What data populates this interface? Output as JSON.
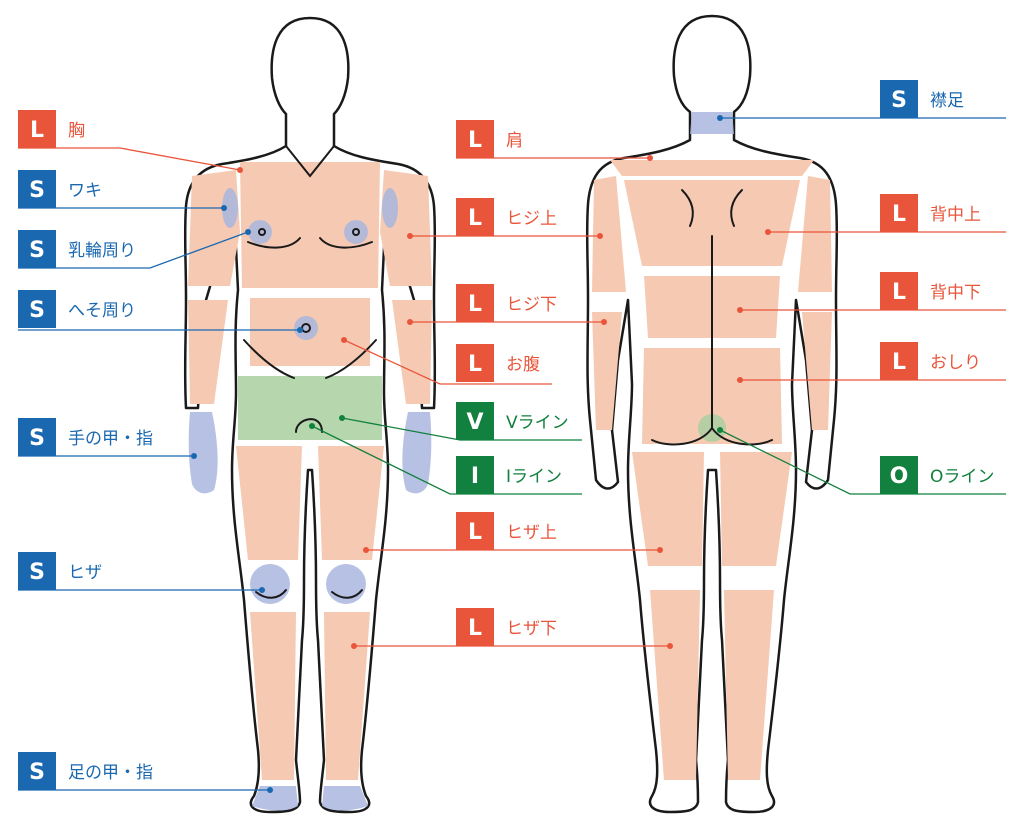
{
  "colors": {
    "L": "#e9553a",
    "S": "#1a68b0",
    "V": "#12803e",
    "I": "#12803e",
    "O": "#12803e",
    "L_text": "#e9553a",
    "S_text": "#1a68b0",
    "G_text": "#12803e"
  },
  "labels": [
    {
      "id": "mune",
      "badge": "L",
      "text": "胸"
    },
    {
      "id": "waki",
      "badge": "S",
      "text": "ワキ"
    },
    {
      "id": "nyurin",
      "badge": "S",
      "text": "乳輪周り"
    },
    {
      "id": "heso",
      "badge": "S",
      "text": "へそ周り"
    },
    {
      "id": "tenoko",
      "badge": "S",
      "text": "手の甲・指"
    },
    {
      "id": "hiza-s",
      "badge": "S",
      "text": "ヒザ"
    },
    {
      "id": "ashinoko",
      "badge": "S",
      "text": "足の甲・指"
    },
    {
      "id": "kata",
      "badge": "L",
      "text": "肩"
    },
    {
      "id": "hijiue",
      "badge": "L",
      "text": "ヒジ上"
    },
    {
      "id": "hijishita",
      "badge": "L",
      "text": "ヒジ下"
    },
    {
      "id": "onaka",
      "badge": "L",
      "text": "お腹"
    },
    {
      "id": "vline",
      "badge": "V",
      "text": "Vライン"
    },
    {
      "id": "iline",
      "badge": "I",
      "text": "Iライン"
    },
    {
      "id": "hizaue",
      "badge": "L",
      "text": "ヒザ上"
    },
    {
      "id": "hizashita",
      "badge": "L",
      "text": "ヒザ下"
    },
    {
      "id": "erиashi",
      "badge": "S",
      "text": "襟足"
    },
    {
      "id": "senakaue",
      "badge": "L",
      "text": "背中上"
    },
    {
      "id": "senakashita",
      "badge": "L",
      "text": "背中下"
    },
    {
      "id": "oshiri",
      "badge": "L",
      "text": "おしり"
    },
    {
      "id": "oline",
      "badge": "O",
      "text": "Oライン"
    }
  ]
}
